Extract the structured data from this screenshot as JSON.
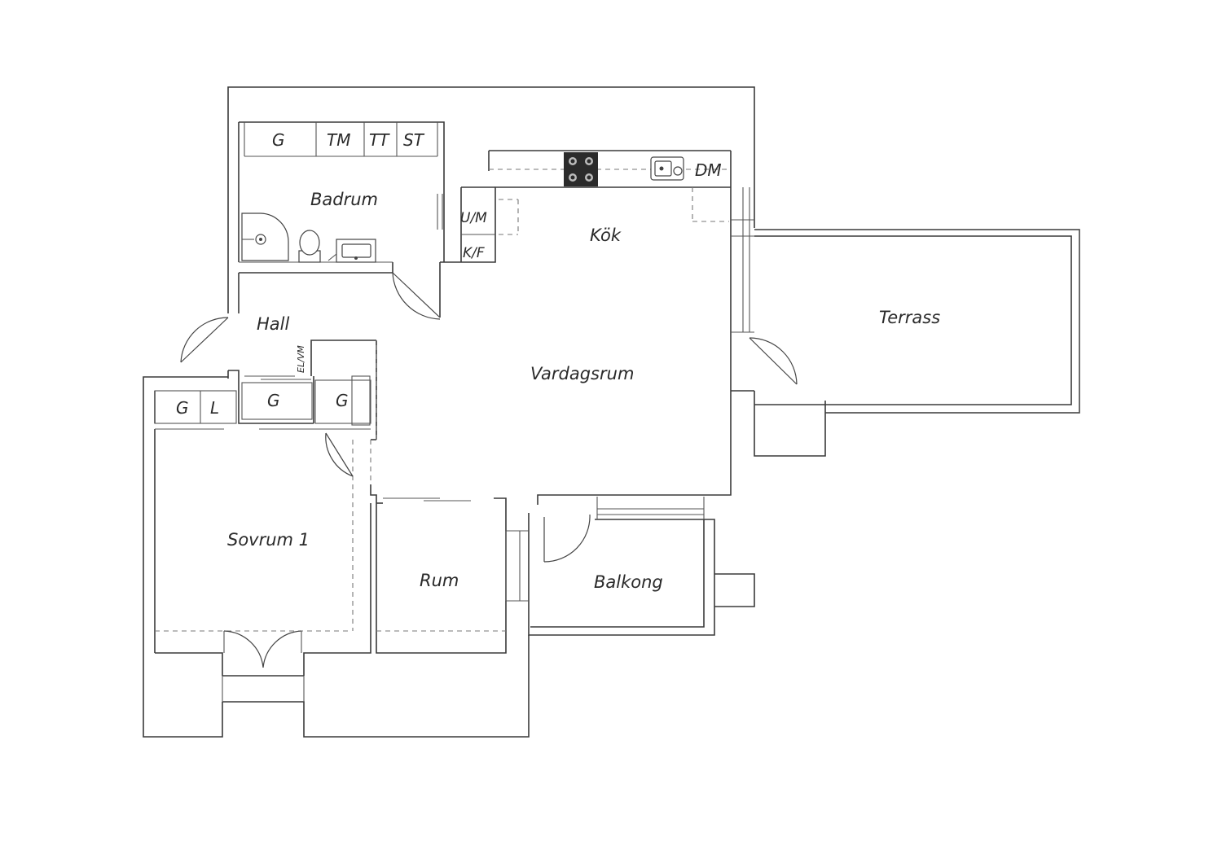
{
  "rooms": {
    "badrum": "Badrum",
    "kok": "Kök",
    "hall": "Hall",
    "vardagsrum": "Vardagsrum",
    "terrass": "Terrass",
    "sovrum1": "Sovrum 1",
    "rum": "Rum",
    "balkong": "Balkong"
  },
  "fixtures": {
    "bath_g": "G",
    "tm": "TM",
    "tt": "TT",
    "st": "ST",
    "dm": "DM",
    "um": "U/M",
    "kf": "K/F",
    "elvm": "EL/VM",
    "hall_g1": "G",
    "hall_g2": "G",
    "bed_g": "G",
    "bed_l": "L"
  },
  "icons": [
    "stove-icon",
    "sink-icon",
    "toilet-icon",
    "shower-icon",
    "washbasin-icon"
  ],
  "colors": {
    "wall": "#3a3a3a",
    "background": "#ffffff",
    "stove": "#2b2b2b"
  }
}
